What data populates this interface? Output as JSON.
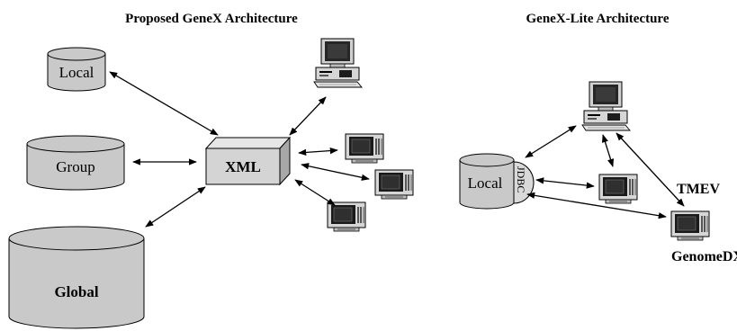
{
  "titles": {
    "left": "Proposed GeneX Architecture",
    "right": "GeneX-Lite Architecture"
  },
  "left": {
    "db_local": "Local",
    "db_group": "Group",
    "db_global": "Global",
    "hub": "XML"
  },
  "right": {
    "db_local": "Local",
    "connector": "JDBC",
    "tmev": "TMEV",
    "genomedx": "GenomeDX"
  },
  "colors": {
    "db_fill": "#c9c9c9",
    "hub_fill": "#d4d4d4",
    "screen": "#1a1a1a"
  }
}
